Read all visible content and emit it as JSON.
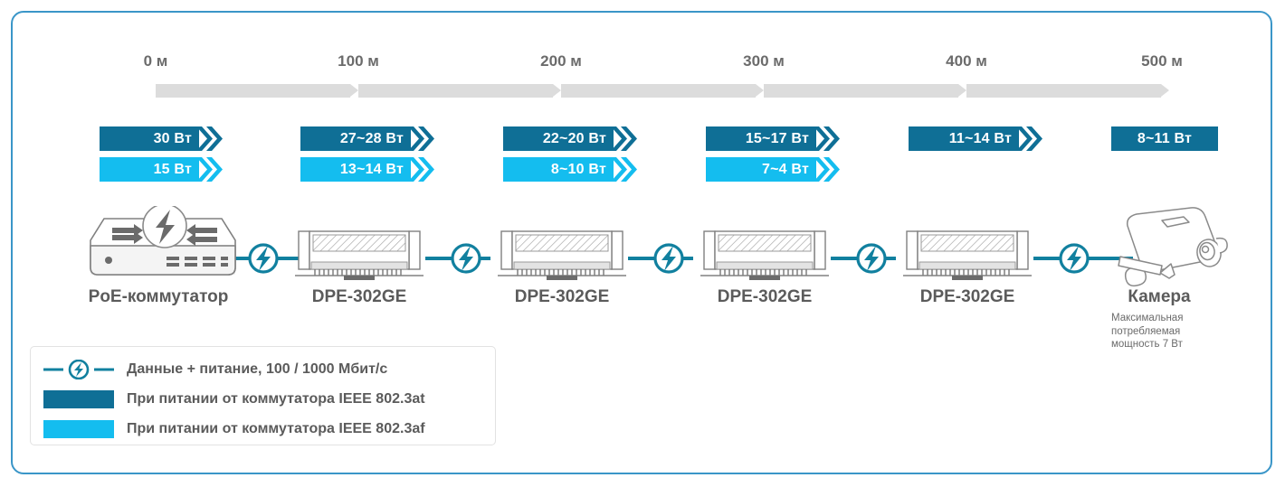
{
  "frame": {
    "border_color": "#3a96c8"
  },
  "colors": {
    "poe_at": "#0f6f96",
    "poe_af": "#14bdef",
    "wire": "#11809f",
    "scale_bar": "#dcdcdc",
    "text": "#5b5b5b"
  },
  "scale": {
    "unit": "м",
    "ticks": [
      {
        "label": "0 м",
        "value": 0
      },
      {
        "label": "100 м",
        "value": 100
      },
      {
        "label": "200 м",
        "value": 200
      },
      {
        "label": "300 м",
        "value": 300
      },
      {
        "label": "400 м",
        "value": 400
      },
      {
        "label": "500 м",
        "value": 500
      }
    ]
  },
  "power_badges": [
    {
      "at": "30 Вт",
      "af": "15 Вт",
      "arrow": true
    },
    {
      "at": "27~28 Вт",
      "af": "13~14 Вт",
      "arrow": true
    },
    {
      "at": "22~20 Вт",
      "af": "8~10 Вт",
      "arrow": true
    },
    {
      "at": "15~17 Вт",
      "af": "7~4 Вт",
      "arrow": true
    },
    {
      "at": "11~14 Вт",
      "af": null,
      "arrow": true
    },
    {
      "at": "8~11 Вт",
      "af": null,
      "arrow": false
    }
  ],
  "devices": [
    {
      "label": "PoE-коммутатор",
      "icon": "poe-switch-icon"
    },
    {
      "label": "DPE-302GE",
      "icon": "poe-extender-icon"
    },
    {
      "label": "DPE-302GE",
      "icon": "poe-extender-icon"
    },
    {
      "label": "DPE-302GE",
      "icon": "poe-extender-icon"
    },
    {
      "label": "DPE-302GE",
      "icon": "poe-extender-icon"
    },
    {
      "label": "Камера",
      "icon": "camera-icon"
    }
  ],
  "camera_caption": "Максимальная потребляемая мощность 7 Вт",
  "legend": {
    "items": [
      {
        "type": "line",
        "label": "Данные + питание, 100 / 1000 Мбит/с"
      },
      {
        "type": "swatch-at",
        "label": "При питании от коммутатора IEEE 802.3at"
      },
      {
        "type": "swatch-af",
        "label": "При питании от коммутатора IEEE 802.3af"
      }
    ]
  }
}
